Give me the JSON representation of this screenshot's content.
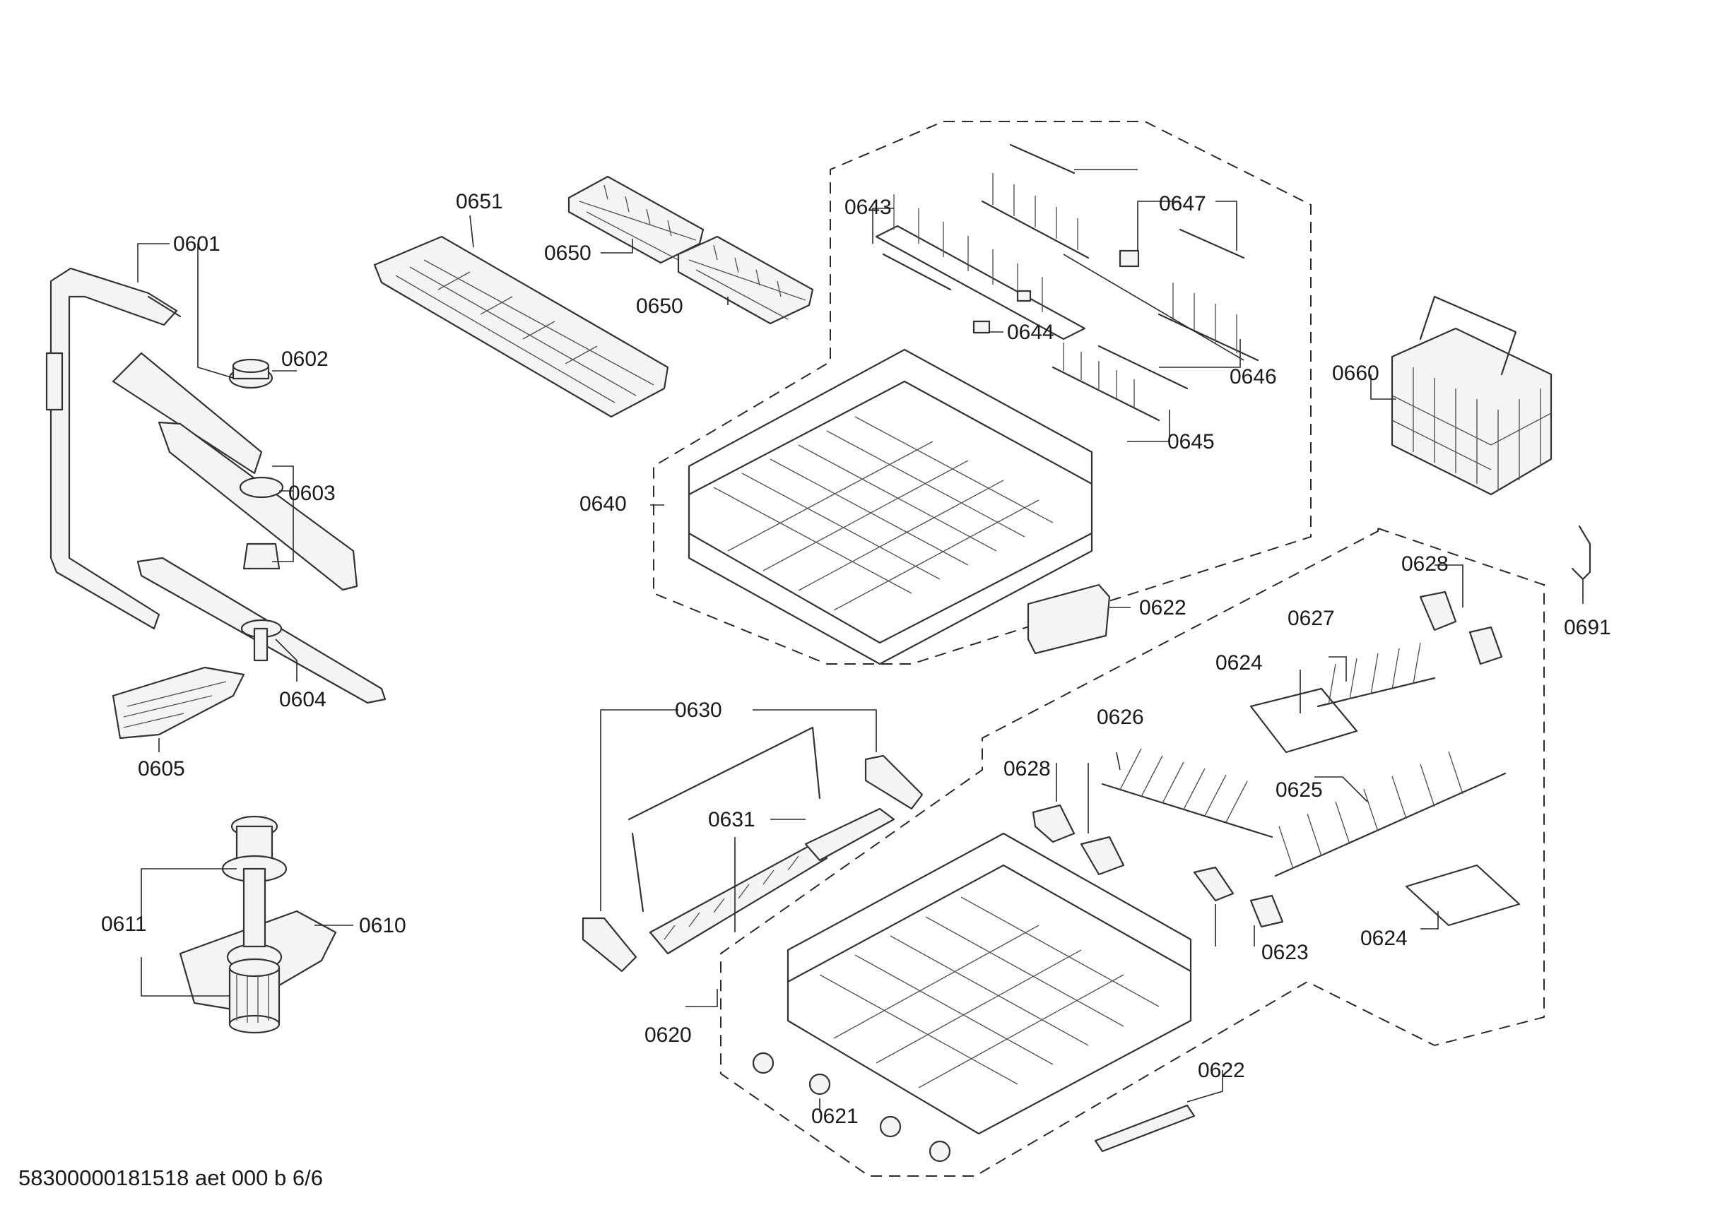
{
  "labels": {
    "l0601": "0601",
    "l0602": "0602",
    "l0603": "0603",
    "l0604": "0604",
    "l0605": "0605",
    "l0610": "0610",
    "l0611": "0611",
    "l0620": "0620",
    "l0621": "0621",
    "l0622a": "0622",
    "l0622b": "0622",
    "l0623": "0623",
    "l0624a": "0624",
    "l0624b": "0624",
    "l0625": "0625",
    "l0626": "0626",
    "l0627": "0627",
    "l0628a": "0628",
    "l0628b": "0628",
    "l0630": "0630",
    "l0631": "0631",
    "l0640": "0640",
    "l0643": "0643",
    "l0644": "0644",
    "l0645": "0645",
    "l0646": "0646",
    "l0647": "0647",
    "l0650a": "0650",
    "l0650b": "0650",
    "l0651": "0651",
    "l0660": "0660",
    "l0691": "0691"
  },
  "footer": "58300000181518 aet 000 b 6/6"
}
